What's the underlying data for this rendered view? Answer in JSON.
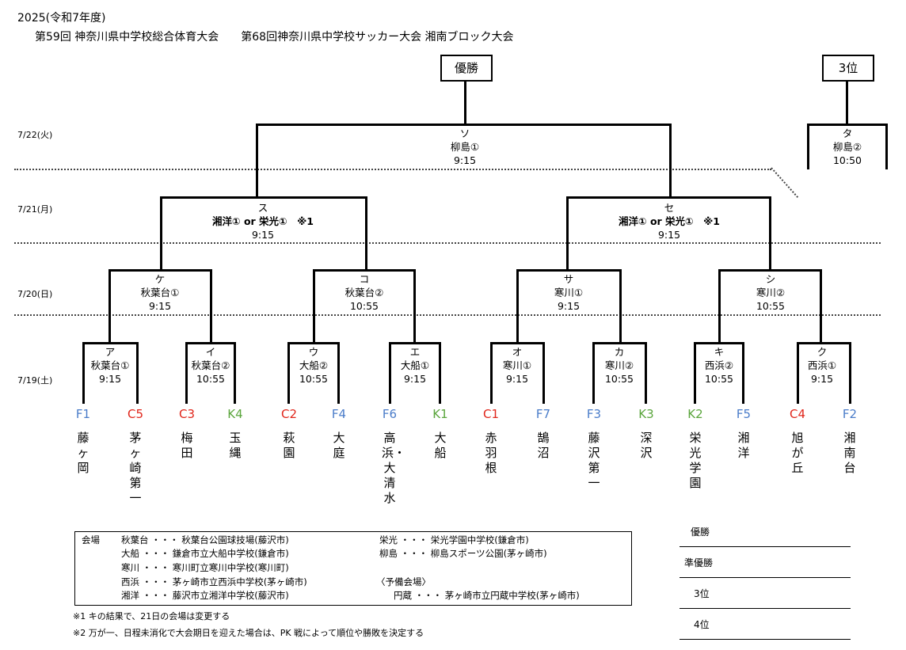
{
  "header": {
    "year": "2025(令和7年度)",
    "title": "第59回 神奈川県中学校総合体育大会　　第68回神奈川県中学校サッカー大会 湘南ブロック大会"
  },
  "boxes": {
    "champion": "優勝",
    "third": "3位"
  },
  "dates": [
    "7/22(火)",
    "7/21(月)",
    "7/20(日)",
    "7/19(土)"
  ],
  "matches": {
    "so": {
      "id": "ソ",
      "venue": "柳島①",
      "time": "9:15"
    },
    "ta": {
      "id": "タ",
      "venue": "柳島②",
      "time": "10:50"
    },
    "su": {
      "id": "ス",
      "venue": "湘洋① or 栄光①　※1",
      "time": "9:15"
    },
    "se": {
      "id": "セ",
      "venue": "湘洋① or 栄光①　※1",
      "time": "9:15"
    },
    "ke": {
      "id": "ケ",
      "venue": "秋葉台①",
      "time": "9:15"
    },
    "ko": {
      "id": "コ",
      "venue": "秋葉台②",
      "time": "10:55"
    },
    "sa": {
      "id": "サ",
      "venue": "寒川①",
      "time": "9:15"
    },
    "shi": {
      "id": "シ",
      "venue": "寒川②",
      "time": "10:55"
    },
    "a": {
      "id": "ア",
      "venue": "秋葉台①",
      "time": "9:15"
    },
    "i": {
      "id": "イ",
      "venue": "秋葉台②",
      "time": "10:55"
    },
    "u": {
      "id": "ウ",
      "venue": "大船②",
      "time": "10:55"
    },
    "e": {
      "id": "エ",
      "venue": "大船①",
      "time": "9:15"
    },
    "o": {
      "id": "オ",
      "venue": "寒川①",
      "time": "9:15"
    },
    "ka": {
      "id": "カ",
      "venue": "寒川②",
      "time": "10:55"
    },
    "ki": {
      "id": "キ",
      "venue": "西浜②",
      "time": "10:55"
    },
    "ku": {
      "id": "ク",
      "venue": "西浜①",
      "time": "9:15"
    }
  },
  "teams": [
    {
      "code": "F1",
      "name": "藤ヶ岡",
      "color": "#4a7cc9"
    },
    {
      "code": "C5",
      "name": "茅ヶ崎第一",
      "color": "#e0261b"
    },
    {
      "code": "C3",
      "name": "梅田",
      "color": "#e0261b"
    },
    {
      "code": "K4",
      "name": "玉縄",
      "color": "#5aa53c"
    },
    {
      "code": "C2",
      "name": "萩園",
      "color": "#e0261b"
    },
    {
      "code": "F4",
      "name": "大庭",
      "color": "#4a7cc9"
    },
    {
      "code": "F6",
      "name": "高浜・大清水",
      "color": "#4a7cc9"
    },
    {
      "code": "K1",
      "name": "大船",
      "color": "#5aa53c"
    },
    {
      "code": "C1",
      "name": "赤羽根",
      "color": "#e0261b"
    },
    {
      "code": "F7",
      "name": "鵠沼",
      "color": "#4a7cc9"
    },
    {
      "code": "F3",
      "name": "藤沢第一",
      "color": "#4a7cc9"
    },
    {
      "code": "K3",
      "name": "深沢",
      "color": "#5aa53c"
    },
    {
      "code": "K2",
      "name": "栄光学園",
      "color": "#5aa53c"
    },
    {
      "code": "F5",
      "name": "湘洋",
      "color": "#4a7cc9"
    },
    {
      "code": "C4",
      "name": "旭が丘",
      "color": "#e0261b"
    },
    {
      "code": "F2",
      "name": "湘南台",
      "color": "#4a7cc9"
    }
  ],
  "venues": {
    "title": "会場",
    "rows": [
      "秋葉台 ・・・ 秋葉台公園球技場(藤沢市)",
      "大船 ・・・ 鎌倉市立大船中学校(鎌倉市)",
      "寒川 ・・・ 寒川町立寒川中学校(寒川町)",
      "西浜 ・・・ 茅ヶ崎市立西浜中学校(茅ヶ崎市)",
      "湘洋 ・・・ 藤沢市立湘洋中学校(藤沢市)"
    ],
    "right_rows": [
      "栄光 ・・・ 栄光学園中学校(鎌倉市)",
      "柳島 ・・・ 柳島スポーツ公園(茅ヶ崎市)"
    ],
    "reserve_title": "〈予備会場〉",
    "reserve": "円蔵 ・・・ 茅ヶ崎市立円蔵中学校(茅ヶ崎市)"
  },
  "notes": [
    "※1 キの結果で、21日の会場は変更する",
    "※2 万が一、日程未消化で大会期日を迎えた場合は、PK 戦によって順位や勝敗を決定する"
  ],
  "results": [
    "優勝",
    "準優勝",
    "3位",
    "4位"
  ]
}
